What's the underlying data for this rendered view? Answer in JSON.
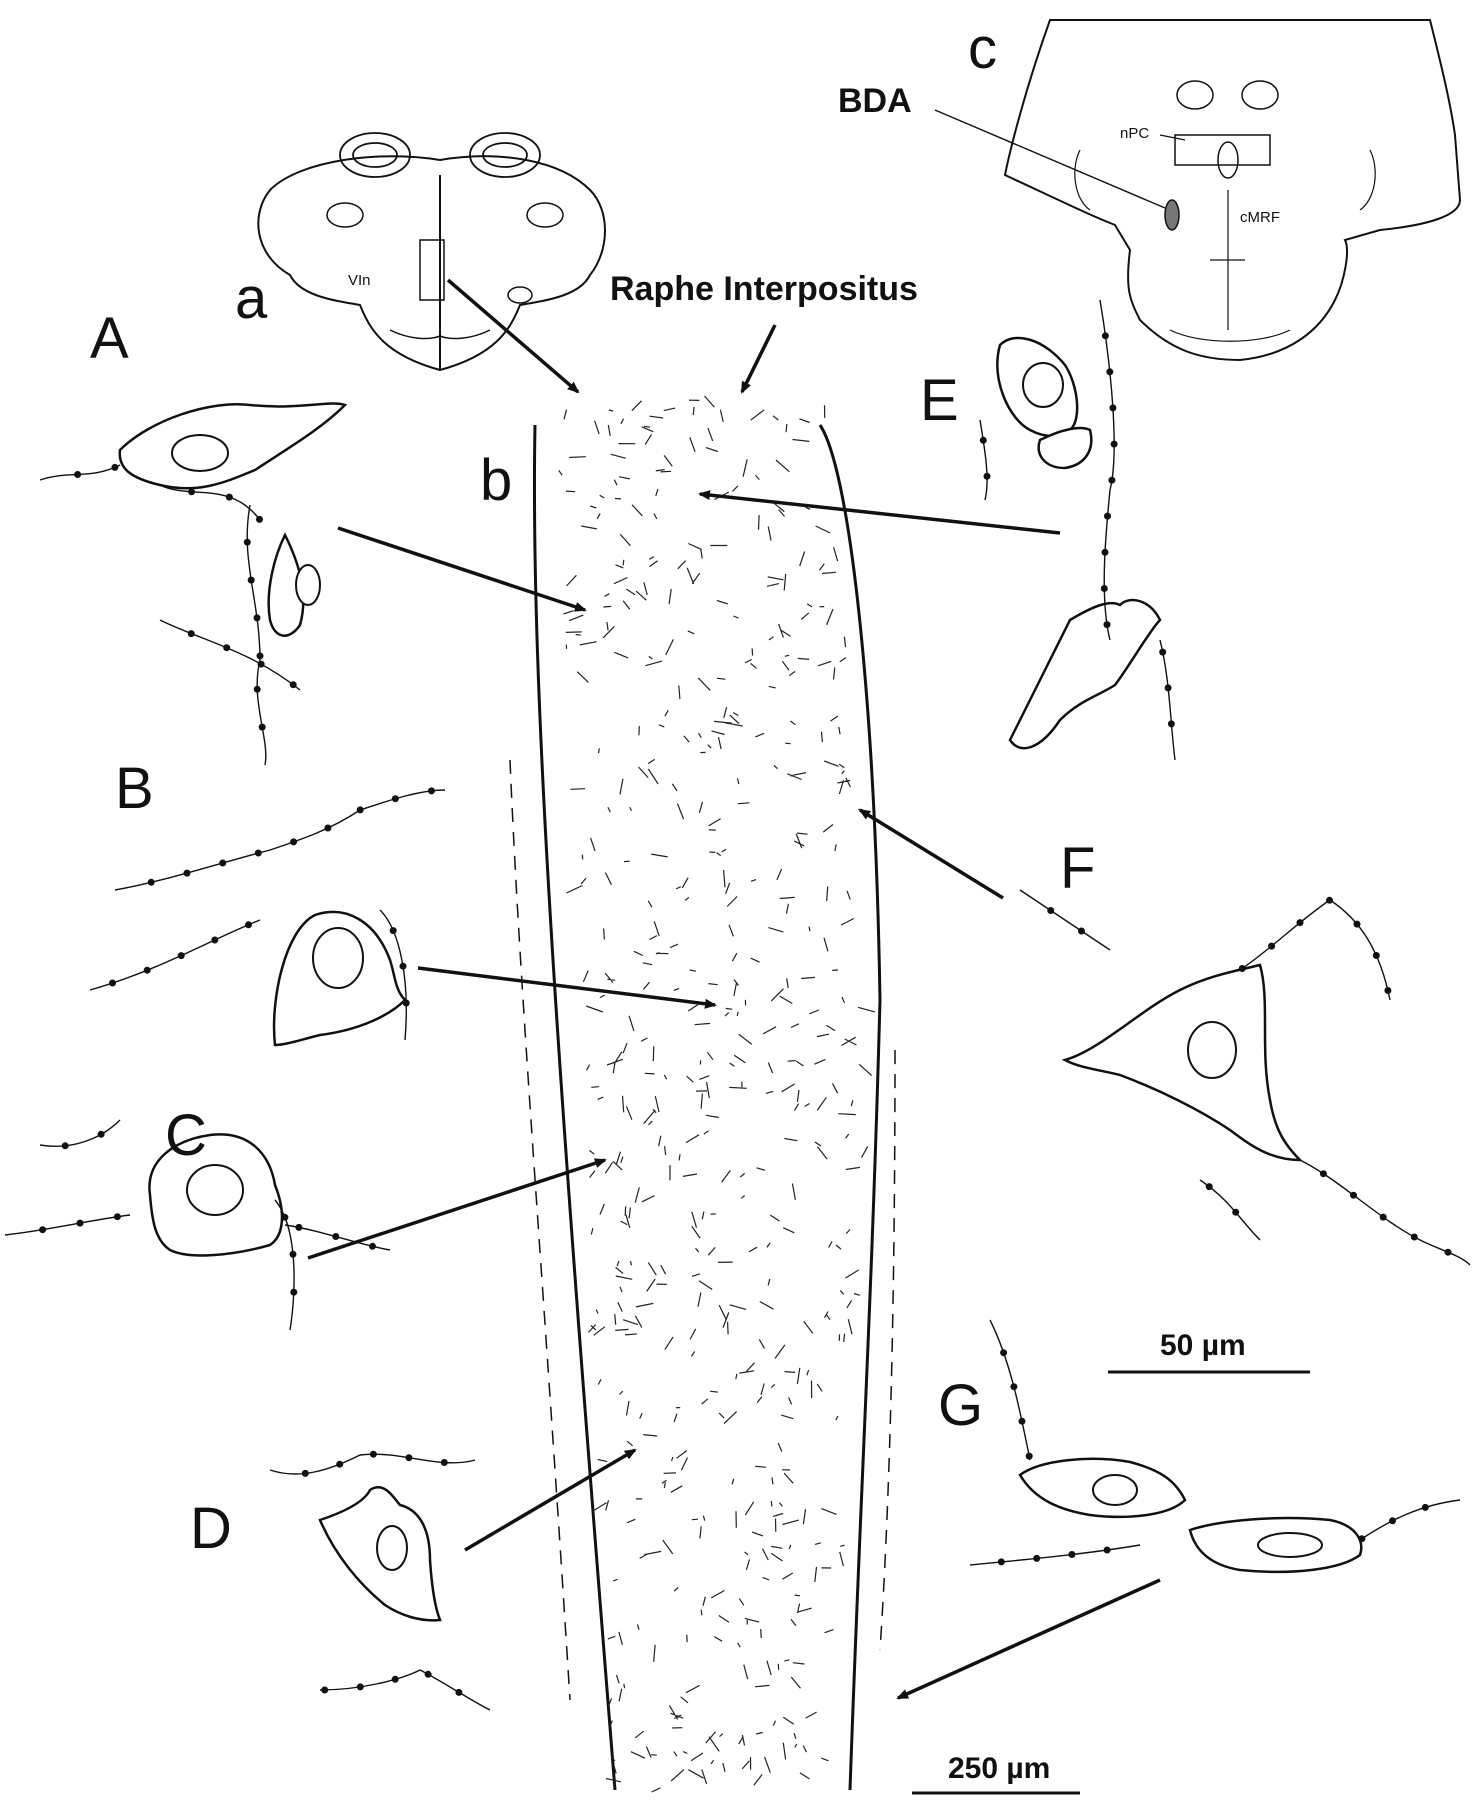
{
  "labels": {
    "panel_a": "a",
    "panel_b": "b",
    "panel_c": "c",
    "cell_A": "A",
    "cell_B": "B",
    "cell_C": "C",
    "cell_D": "D",
    "cell_E": "E",
    "cell_F": "F",
    "cell_G": "G",
    "vin": "VIn",
    "bda": "BDA",
    "npc": "nPC",
    "cmrf": "cMRF",
    "raphe": "Raphe Interpositus",
    "scale_small": "50 µm",
    "scale_large": "250 µm"
  }
}
